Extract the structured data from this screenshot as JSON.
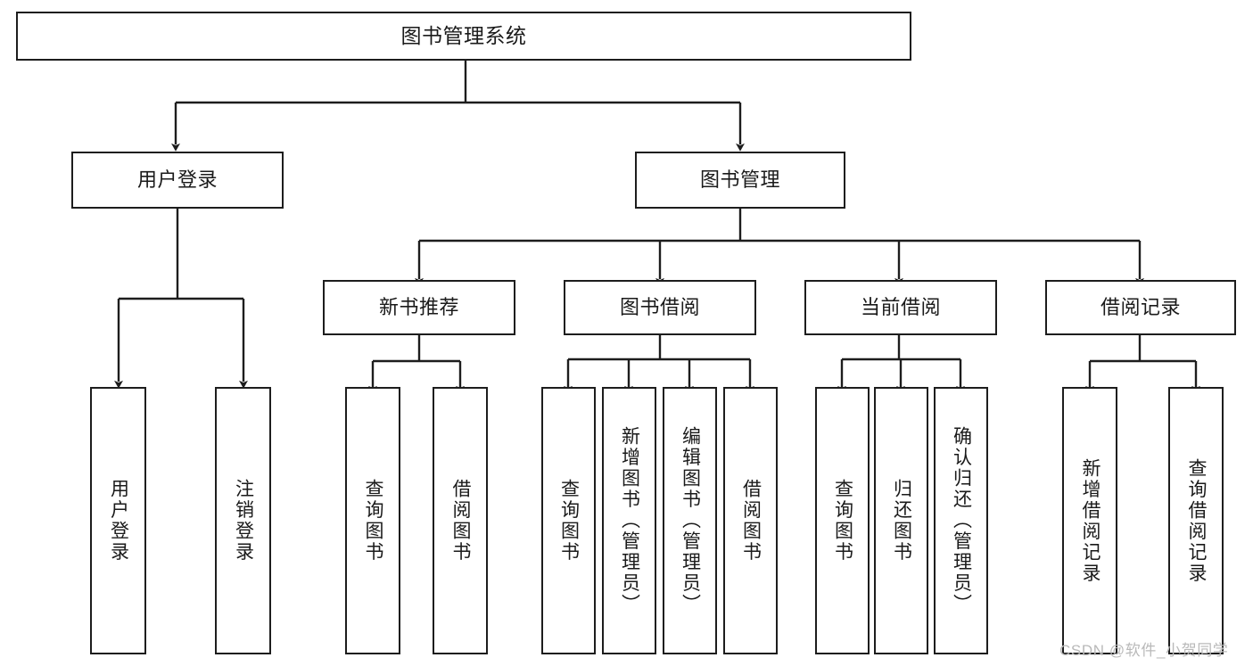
{
  "diagram": {
    "title": "图书管理系统",
    "type": "tree",
    "watermark": "CSDN @软件_小贺同学",
    "colors": {
      "stroke": "#1d1d1d",
      "fill": "#ffffff",
      "text": "#1a1a1a",
      "watermark": "#b9b9b9"
    },
    "nodes": {
      "root": {
        "label": "图书管理系统"
      },
      "level1": [
        {
          "id": "user-login",
          "label": "用户登录"
        },
        {
          "id": "book-manage",
          "label": "图书管理"
        }
      ],
      "level2": [
        {
          "id": "new-book-recommend",
          "label": "新书推荐"
        },
        {
          "id": "book-borrow",
          "label": "图书借阅"
        },
        {
          "id": "current-borrow",
          "label": "当前借阅"
        },
        {
          "id": "borrow-record",
          "label": "借阅记录"
        }
      ],
      "leaves": {
        "user_login": [
          {
            "id": "leaf-user-login",
            "label": "用户登录"
          },
          {
            "id": "leaf-logout-login",
            "label": "注销登录"
          }
        ],
        "new_book_recommend": [
          {
            "id": "leaf-query-book-1",
            "label": "查询图书"
          },
          {
            "id": "leaf-borrow-book-1",
            "label": "借阅图书"
          }
        ],
        "book_borrow": [
          {
            "id": "leaf-query-book-2",
            "label": "查询图书"
          },
          {
            "id": "leaf-add-book",
            "label": "新增图书（管理员）"
          },
          {
            "id": "leaf-edit-book",
            "label": "编辑图书（管理员）"
          },
          {
            "id": "leaf-borrow-book-2",
            "label": "借阅图书"
          }
        ],
        "current_borrow": [
          {
            "id": "leaf-query-book-3",
            "label": "查询图书"
          },
          {
            "id": "leaf-return-book",
            "label": "归还图书"
          },
          {
            "id": "leaf-confirm-return",
            "label": "确认归还（管理员）"
          }
        ],
        "borrow_record": [
          {
            "id": "leaf-add-record",
            "label": "新增借阅记录"
          },
          {
            "id": "leaf-query-record",
            "label": "查询借阅记录"
          }
        ]
      }
    }
  }
}
